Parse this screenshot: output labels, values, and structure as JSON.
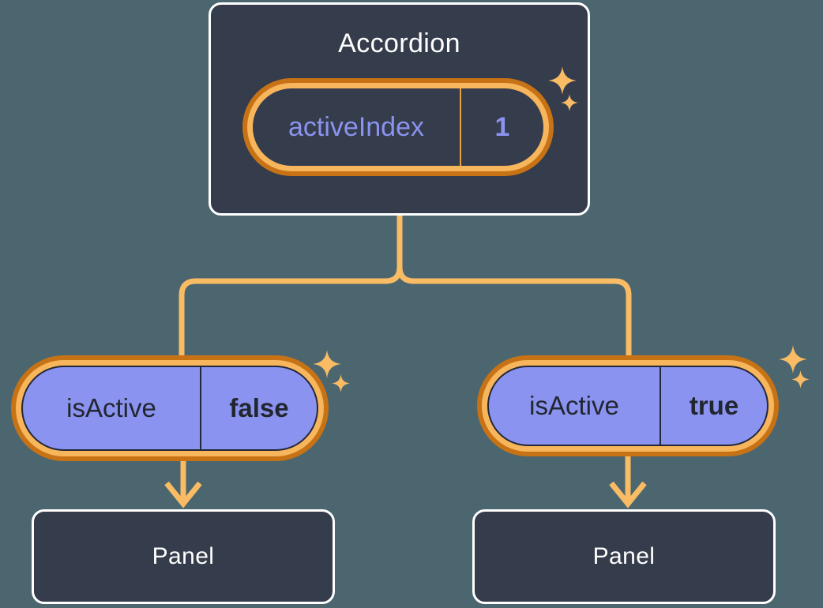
{
  "theme": {
    "background": "#4b666f",
    "node_fill": "#353c4b",
    "node_border": "#ffffff",
    "ring_outer": "#c87216",
    "ring_inner": "#f7b55c",
    "pill_purple": "#8b93f0",
    "accent_text": "#8b93f0",
    "connector": "#f9bc65",
    "sparkle": "#f9bc65"
  },
  "diagram": {
    "type": "component-state-tree",
    "root": {
      "name": "accordion-node",
      "title": "Accordion",
      "state": {
        "key": "activeIndex",
        "value": "1",
        "highlighted": true
      }
    },
    "children": [
      {
        "name": "panel-left",
        "state": {
          "key": "isActive",
          "value": "false",
          "highlighted": true
        },
        "title": "Panel"
      },
      {
        "name": "panel-right",
        "state": {
          "key": "isActive",
          "value": "true",
          "highlighted": true
        },
        "title": "Panel"
      }
    ]
  },
  "icons": {
    "sparkle_large": "sparkle-icon",
    "sparkle_small": "sparkle-small-icon"
  }
}
